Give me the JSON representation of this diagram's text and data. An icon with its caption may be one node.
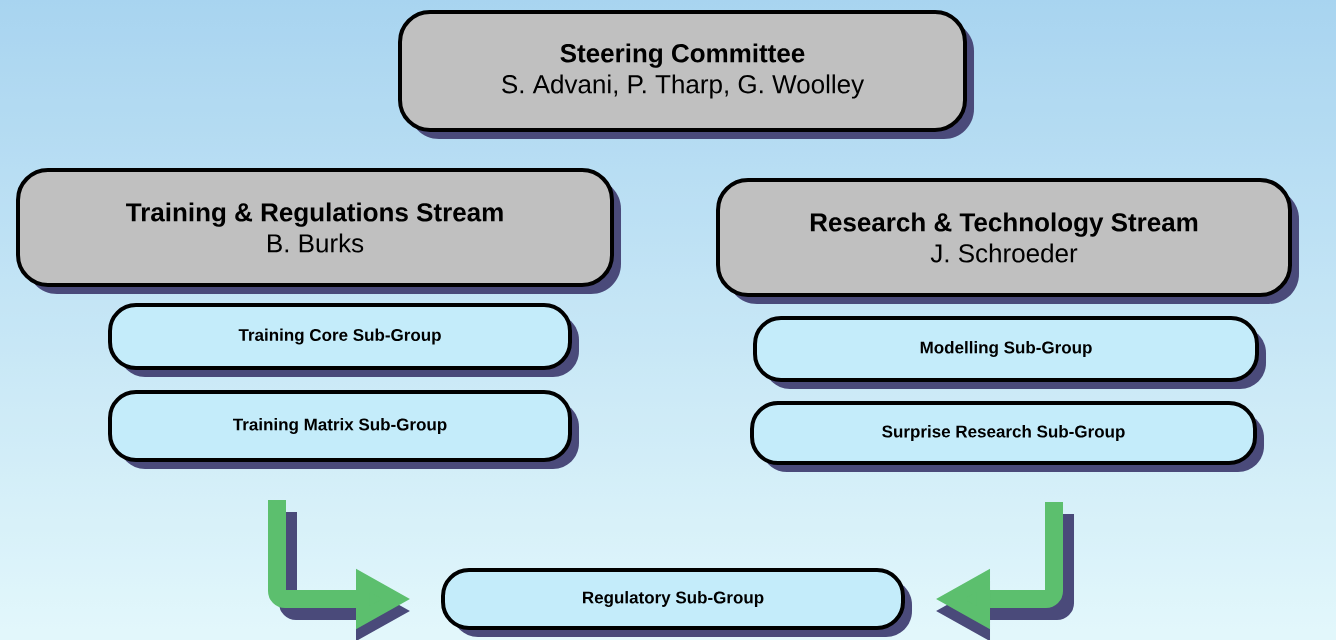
{
  "diagram": {
    "nodes": [
      {
        "text": [
          "Steering Committee",
          "S. Advani, P. Tharp, G. Woolley"
        ]
      },
      {
        "text": [
          "Training & Regulations Stream",
          "B. Burks"
        ]
      },
      {
        "text": [
          "Training Core Sub-Group"
        ]
      },
      {
        "text": [
          "Training Matrix Sub-Group"
        ]
      },
      {
        "text": [
          "Research & Technology Stream",
          "J. Schroeder"
        ]
      },
      {
        "text": [
          "Modelling Sub-Group"
        ]
      },
      {
        "text": [
          "Surprise Research Sub-Group"
        ]
      },
      {
        "text": [
          "Regulatory Sub-Group"
        ]
      }
    ],
    "edges": [
      {
        "from": null,
        "to": 7,
        "arrow": "to"
      },
      {
        "from": null,
        "to": 7,
        "arrow": "to"
      }
    ]
  }
}
